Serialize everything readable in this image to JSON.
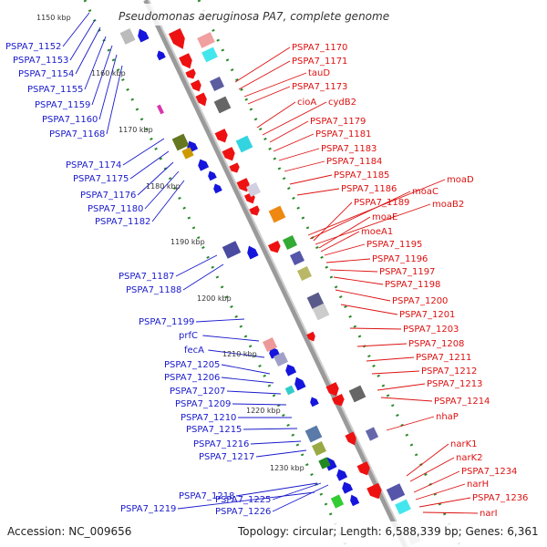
{
  "title": "Pseudomonas aeruginosa PA7, complete genome",
  "footer": {
    "accession": "Accession: NC_009656",
    "topology": "Topology: circular; Length: 6,588,339 bp; Genes: 6,361"
  },
  "kbp_ticks": [
    "1150 kbp",
    "1160 kbp",
    "1170 kbp",
    "1180 kbp",
    "1190 kbp",
    "1200 kbp",
    "1210 kbp",
    "1220 kbp",
    "1230 kbp"
  ],
  "left_labels": [
    "PSPA7_1152",
    "PSPA7_1153",
    "PSPA7_1154",
    "PSPA7_1155",
    "PSPA7_1159",
    "PSPA7_1160",
    "PSPA7_1168",
    "PSPA7_1174",
    "PSPA7_1175",
    "PSPA7_1176",
    "PSPA7_1180",
    "PSPA7_1182",
    "PSPA7_1187",
    "PSPA7_1188",
    "PSPA7_1199",
    "prfC",
    "fecA",
    "PSPA7_1205",
    "PSPA7_1206",
    "PSPA7_1207",
    "PSPA7_1209",
    "PSPA7_1210",
    "PSPA7_1215",
    "PSPA7_1216",
    "PSPA7_1217",
    "PSPA7_1218",
    "PSPA7_1219",
    "PSPA7_1225",
    "PSPA7_1226"
  ],
  "right_labels": [
    "PSPA7_1170",
    "PSPA7_1171",
    "tauD",
    "PSPA7_1173",
    "cioA",
    "cydB2",
    "PSPA7_1179",
    "PSPA7_1181",
    "PSPA7_1183",
    "PSPA7_1184",
    "PSPA7_1185",
    "PSPA7_1186",
    "moaD",
    "moaC",
    "PSPA7_1189",
    "moaB2",
    "moaE",
    "moeA1",
    "PSPA7_1195",
    "PSPA7_1196",
    "PSPA7_1197",
    "PSPA7_1198",
    "PSPA7_1200",
    "PSPA7_1201",
    "PSPA7_1203",
    "PSPA7_1208",
    "PSPA7_1211",
    "PSPA7_1212",
    "PSPA7_1213",
    "PSPA7_1214",
    "nhaP",
    "narK1",
    "narK2",
    "PSPA7_1234",
    "narH",
    "PSPA7_1236",
    "narI"
  ],
  "colors": {
    "forward_gene": "#ee1111",
    "reverse_gene": "#1515dd",
    "backbone": "#999999",
    "tick_dots": "#228822",
    "left_label": "#1a1acc",
    "right_label": "#dd1111"
  }
}
